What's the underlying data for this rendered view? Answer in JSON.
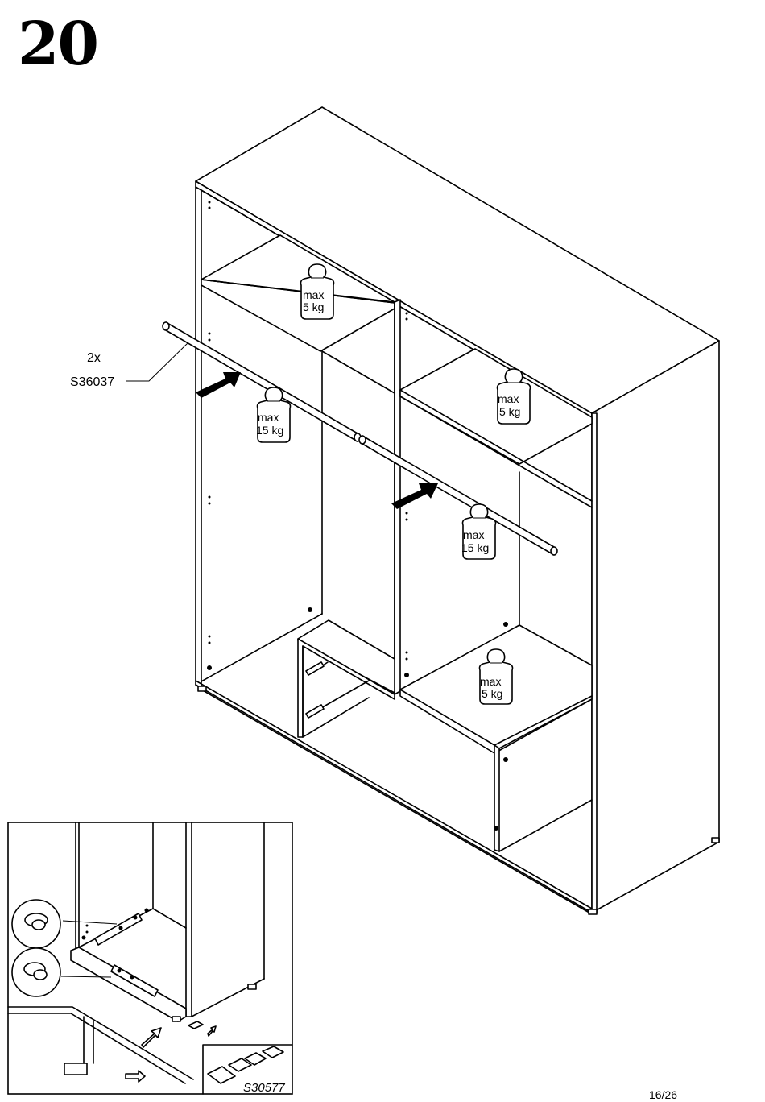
{
  "step": {
    "number": "20"
  },
  "part": {
    "quantity": "2x",
    "code": "S36037"
  },
  "weights": [
    {
      "max": "max",
      "value": "5 kg"
    },
    {
      "max": "max",
      "value": "15 kg"
    },
    {
      "max": "max",
      "value": "5 kg"
    },
    {
      "max": "max",
      "value": "15 kg"
    },
    {
      "max": "max",
      "value": "5 kg"
    }
  ],
  "detail": {
    "part_code": "S30577"
  },
  "page": {
    "number": "16/26"
  }
}
